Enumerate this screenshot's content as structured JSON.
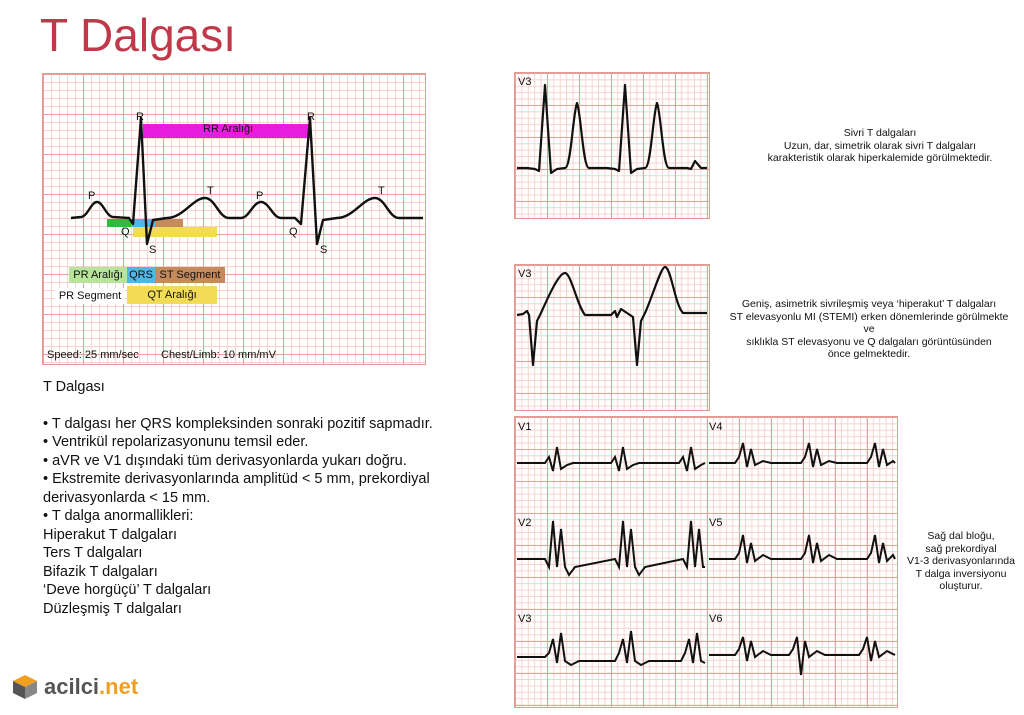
{
  "title": "T Dalgası",
  "main_diagram": {
    "labels": {
      "rr": "RR Aralığı",
      "r1": "R",
      "r2": "R",
      "p1": "P",
      "p2": "P",
      "t1": "T",
      "t2": "T",
      "q1": "Q",
      "q2": "Q",
      "s1": "S",
      "s2": "S"
    },
    "legend": {
      "pr_interval": "PR Aralığı",
      "qrs": "QRS",
      "st_segment": "ST Segment",
      "pr_segment": "PR Segment",
      "qt_interval": "QT Aralığı"
    },
    "speed": "Speed: 25 mm/sec",
    "chest_limb": "Chest/Limb: 10 mm/mV",
    "colors": {
      "rr": "#e81ce0",
      "pr_interval": "#b8e39a",
      "qrs": "#4fb6e6",
      "st_segment": "#c58b5c",
      "pr_segment": "#2fbb3b",
      "qt_interval": "#f2db55"
    }
  },
  "strip1": {
    "lead": "V3",
    "desc_lines": [
      "Sivri T dalgaları",
      "Uzun, dar, simetrik olarak sivri T dalgaları",
      "karakteristik olarak hiperkalemide görülmektedir."
    ]
  },
  "strip2": {
    "lead": "V3",
    "desc_lines": [
      "Geniş, asimetrik sivrileşmiş veya ‘hiperakut’ T dalgaları",
      "ST elevasyonlu MI (STEMI) erken dönemlerinde görülmekte",
      "ve",
      "sıklıkla ST elevasyonu ve Q dalgaları görüntüsünden",
      "önce gelmektedir."
    ]
  },
  "strip3": {
    "leads": [
      "V1",
      "V2",
      "V3",
      "V4",
      "V5",
      "V6"
    ],
    "desc_lines": [
      "Sağ dal bloğu,",
      "sağ prekordiyal",
      "V1-3 derivasyonlarında",
      "T dalga inversiyonu",
      "oluşturur."
    ]
  },
  "body": {
    "heading": "T Dalgası",
    "lines": [
      "• T dalgası her QRS kompleksinden sonraki pozitif sapmadır.",
      "• Ventrikül repolarizasyonunu temsil eder.",
      "• aVR ve V1 dışındaki tüm derivasyonlarda yukarı doğru.",
      "• Ekstremite derivasyonlarında amplitüd < 5 mm, prekordiyal derivasyonlarda < 15 mm.",
      "• T dalga anormallikleri:",
      "Hiperakut T dalgaları",
      "Ters T dalgaları",
      "Bifazik T dalgaları",
      "‘Deve horgüçü’ T dalgaları",
      "Düzleşmiş T dalgaları"
    ]
  },
  "logo": {
    "name": "acilci",
    "tld": ".net"
  }
}
